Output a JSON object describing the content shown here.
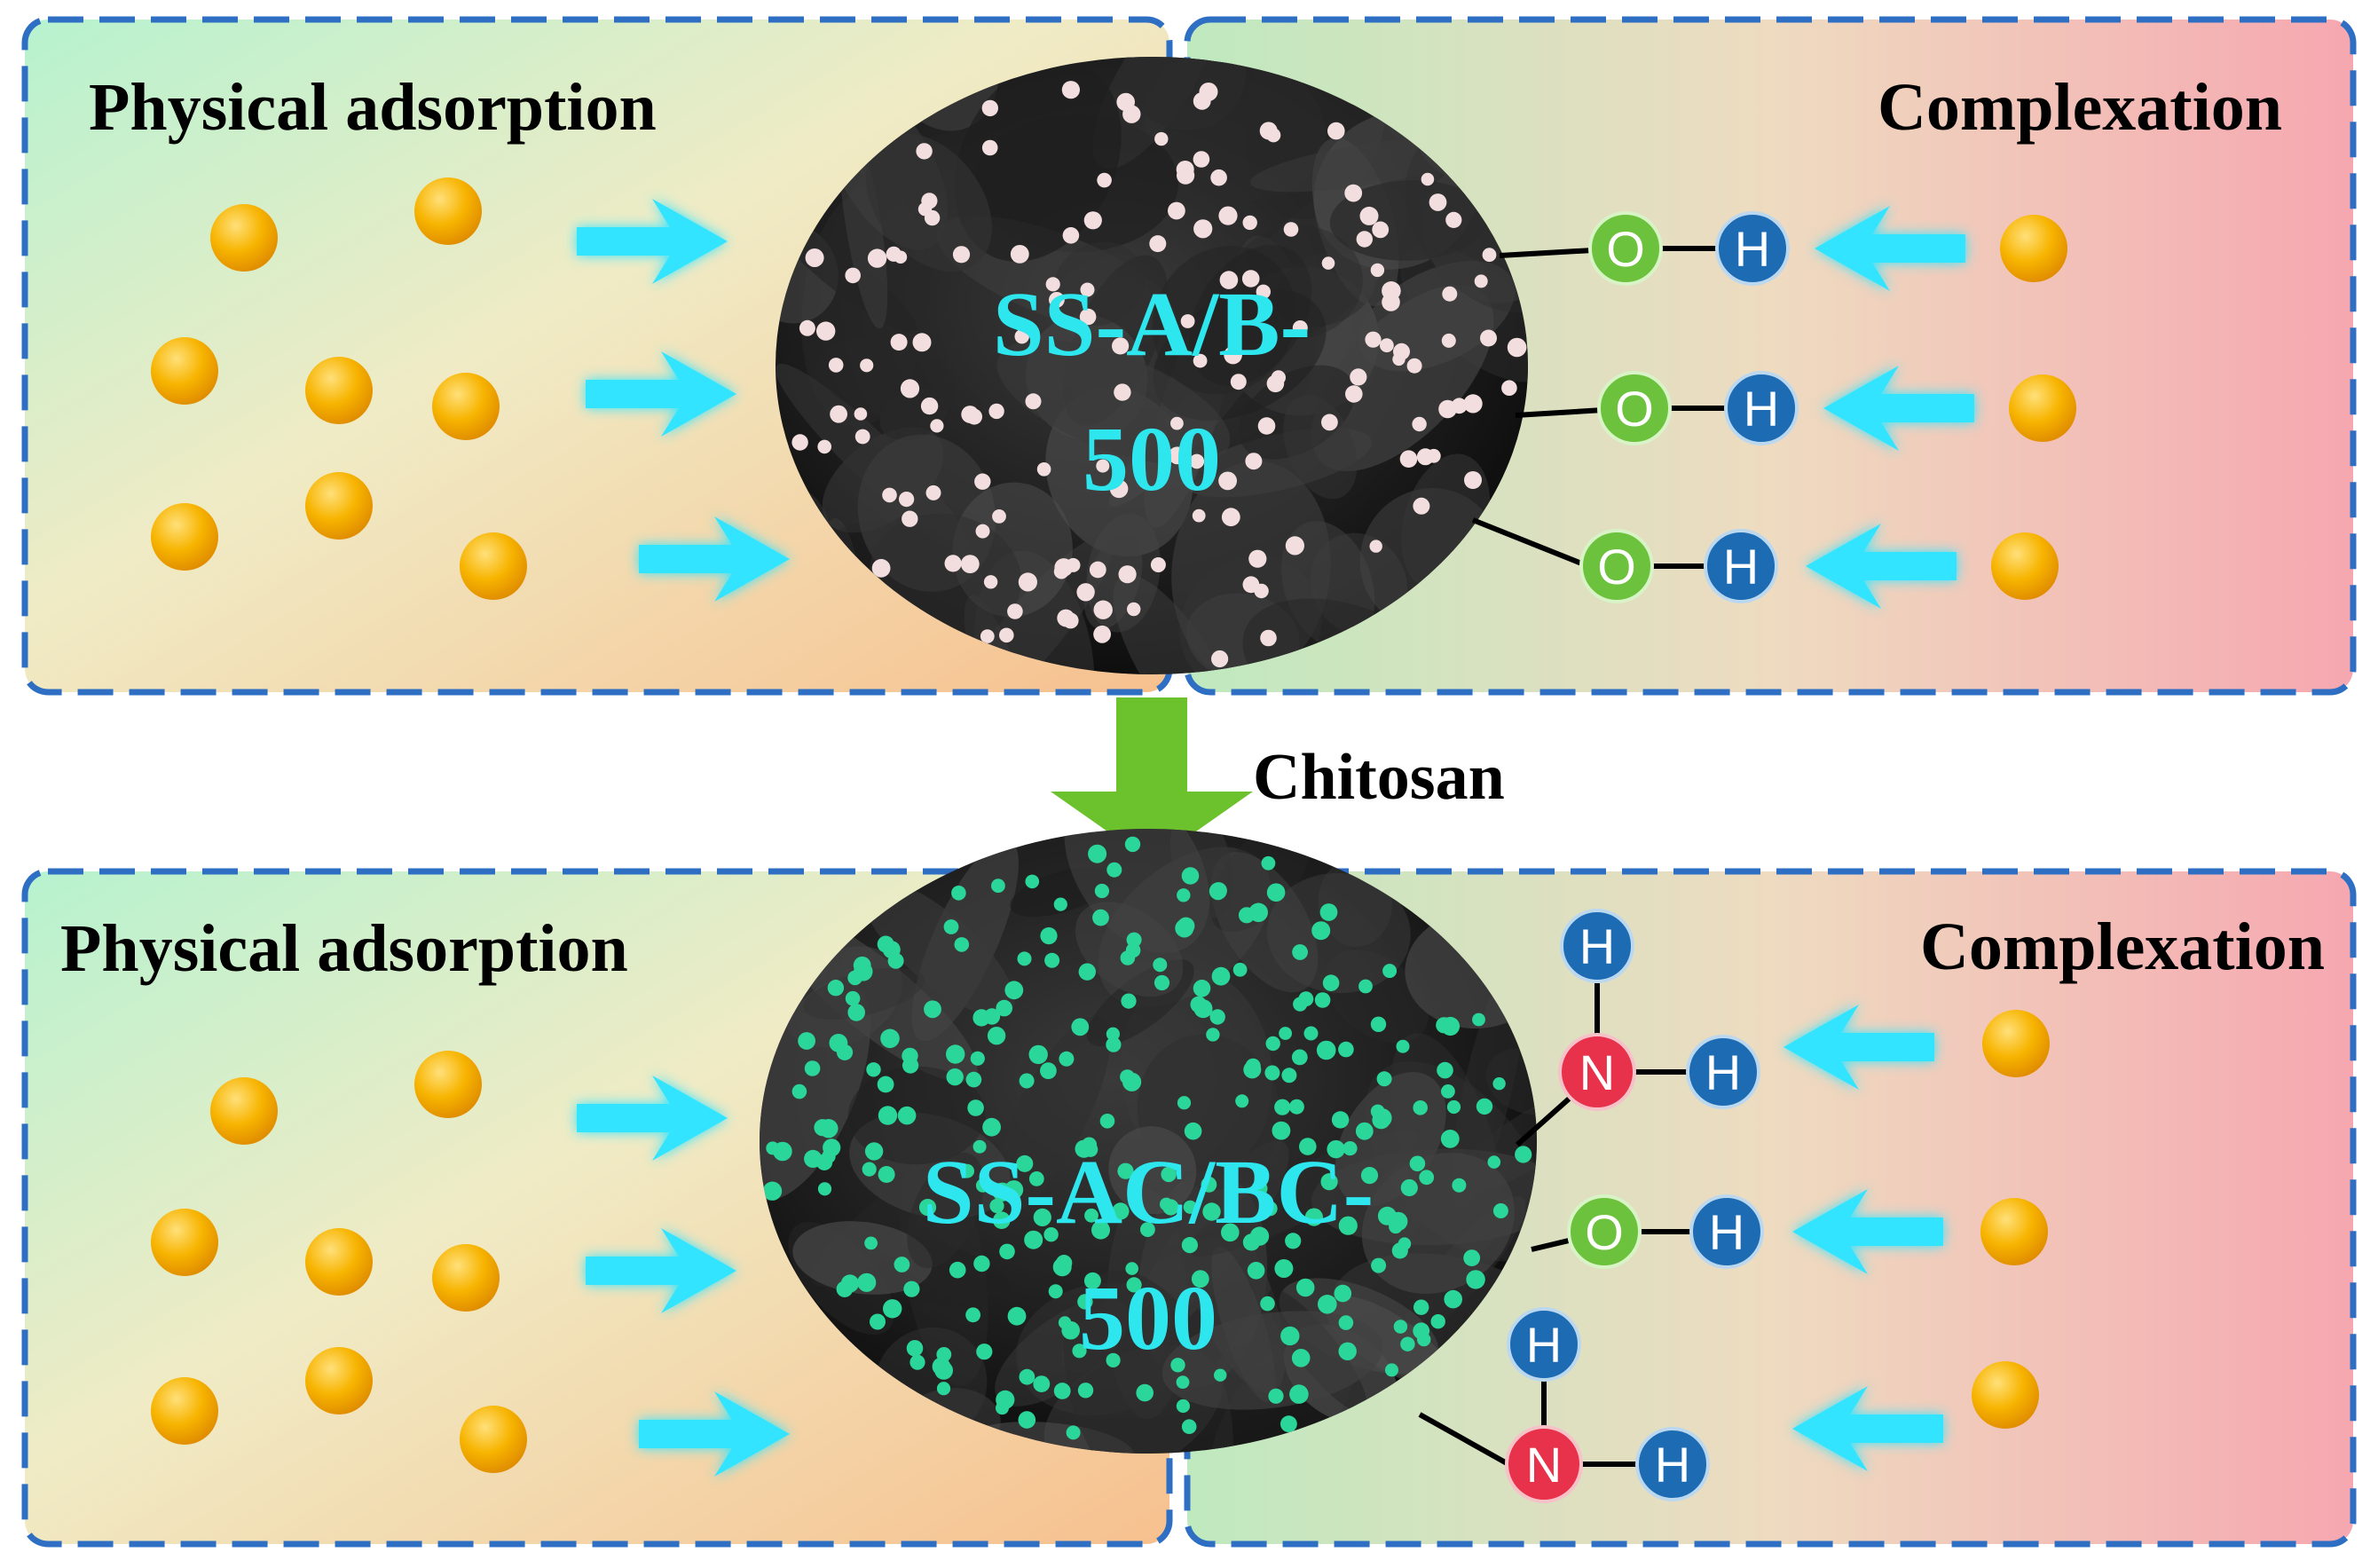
{
  "top": {
    "left_title": "Physical adsorption",
    "right_title": "Complexation",
    "core_label_line1": "SS-A/B-",
    "core_label_line2": "500",
    "groups": [
      {
        "atoms": [
          "O",
          "H"
        ]
      },
      {
        "atoms": [
          "O",
          "H"
        ]
      },
      {
        "atoms": [
          "O",
          "H"
        ]
      }
    ]
  },
  "transition": {
    "label": "Chitosan"
  },
  "bottom": {
    "left_title": "Physical adsorption",
    "right_title": "Complexation",
    "core_label_line1": "SS-AC/BC-",
    "core_label_line2": "500",
    "groups": [
      {
        "atoms": [
          "H",
          "N",
          "H"
        ]
      },
      {
        "atoms": [
          "O",
          "H"
        ]
      },
      {
        "atoms": [
          "H",
          "N",
          "H"
        ]
      }
    ]
  },
  "colors": {
    "panel_border": "#2e6fc4",
    "ion": "#f5a800",
    "arrow": "#33e4ff",
    "transition_arrow": "#6cc22c",
    "atom_O": "#6cc23c",
    "atom_H": "#1d6bb3",
    "atom_N": "#e8314a",
    "core_dark": "#151515",
    "top_core_dots": "#f2dede",
    "bottom_core_dots": "#2bd69a"
  }
}
